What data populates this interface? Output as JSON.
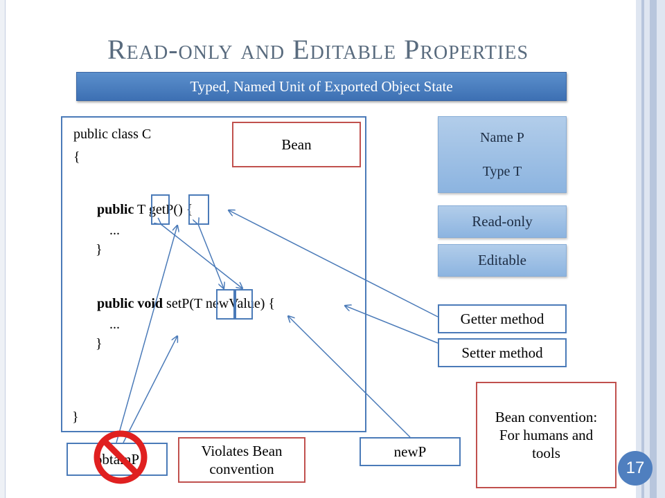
{
  "title": "Read-only and Editable Properties",
  "subtitle": "Typed, Named Unit of Exported Object State",
  "code": {
    "line1": "public class C",
    "line2": "{",
    "getter_kw": "public",
    "getter_rest": " T getP() {",
    "getter_body": "...",
    "getter_close": "}",
    "setter_kw": "public void",
    "setter_rest": " setP(T newValue) {",
    "setter_body": "...",
    "setter_close": "}",
    "class_close": "}"
  },
  "labels": {
    "bean": "Bean",
    "name_p": "Name P",
    "type_t": "Type T",
    "read_only": "Read-only",
    "editable": "Editable",
    "getter_method": "Getter method",
    "setter_method": "Setter method",
    "obtain_p": "obtainP",
    "violates": "Violates Bean convention",
    "new_p": "newP",
    "bean_convention": "Bean convention: For humans and tools"
  },
  "page_number": "17",
  "colors": {
    "title": "#596b7e",
    "accent_blue": "#4a7ab8",
    "accent_red": "#c0504d",
    "prohibit_red": "#e02020"
  },
  "icons": [
    "prohibited-icon"
  ]
}
